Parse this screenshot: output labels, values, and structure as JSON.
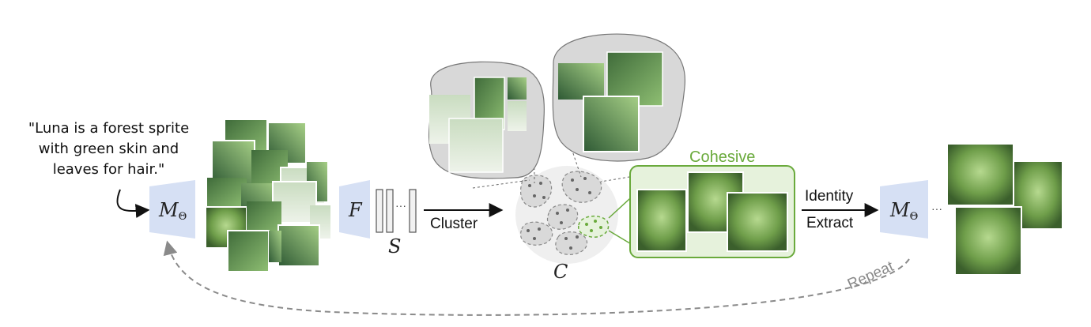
{
  "prompt": {
    "lines": [
      "\"Luna is a forest sprite",
      "with green skin and",
      "leaves for hair.\""
    ]
  },
  "labels": {
    "model_symbol": "M",
    "model_subscript": "Θ",
    "feature_extractor": "F",
    "embeddings": "S",
    "clusters": "C",
    "cluster_arrow": "Cluster",
    "cohesive": "Cohesive",
    "identity_arrow_line1": "Identity",
    "identity_arrow_line2": "Extract",
    "repeat": "Repeat",
    "ellipsis": "···"
  },
  "colors": {
    "model_fill": "#d6e0f4",
    "cohesive_green": "#6aaa3c",
    "cohesive_fill": "#e6f2dc",
    "bubble_fill": "#d8d8d8",
    "repeat_gray": "#8a8a8a"
  },
  "image_groups": {
    "generated_batch": "forest-sprite-image",
    "cluster_a": "forest-sprite-image",
    "cluster_b": "forest-sprite-image",
    "cohesive_set": "forest-sprite-face-image",
    "consistent_output": "forest-sprite-face-image"
  }
}
